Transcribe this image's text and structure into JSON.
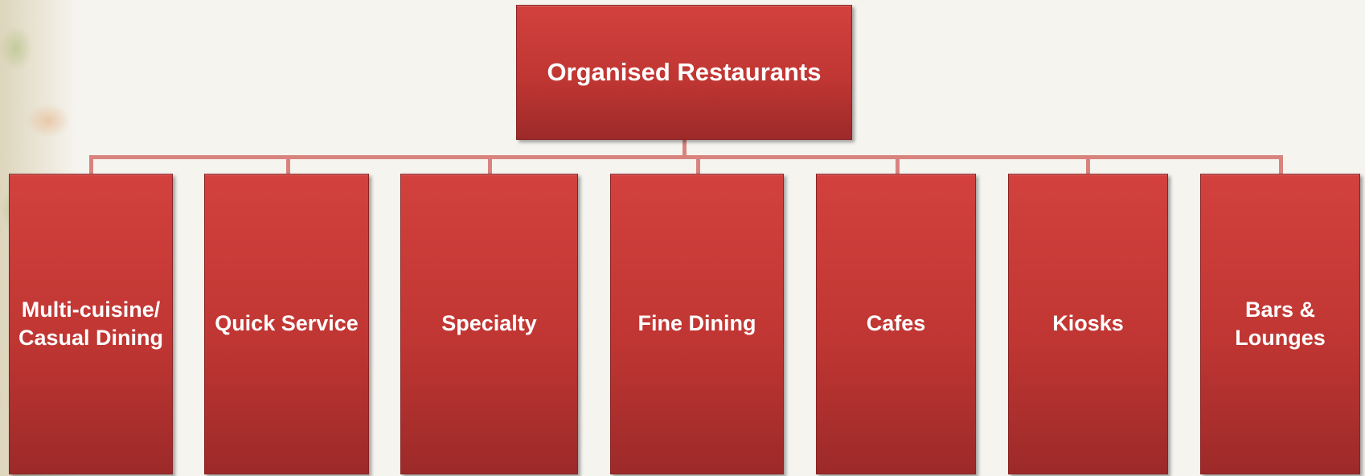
{
  "diagram": {
    "root": {
      "label": "Organised Restaurants"
    },
    "children": [
      {
        "label": "Multi-cuisine/\nCasual Dining"
      },
      {
        "label": "Quick Service"
      },
      {
        "label": "Specialty"
      },
      {
        "label": "Fine Dining"
      },
      {
        "label": "Cafes"
      },
      {
        "label": "Kiosks"
      },
      {
        "label": "Bars &\nLounges"
      }
    ],
    "colors": {
      "box_fill": "#c03633",
      "connector": "#d9837f",
      "background": "#f6f4ef",
      "text": "#ffffff"
    }
  }
}
